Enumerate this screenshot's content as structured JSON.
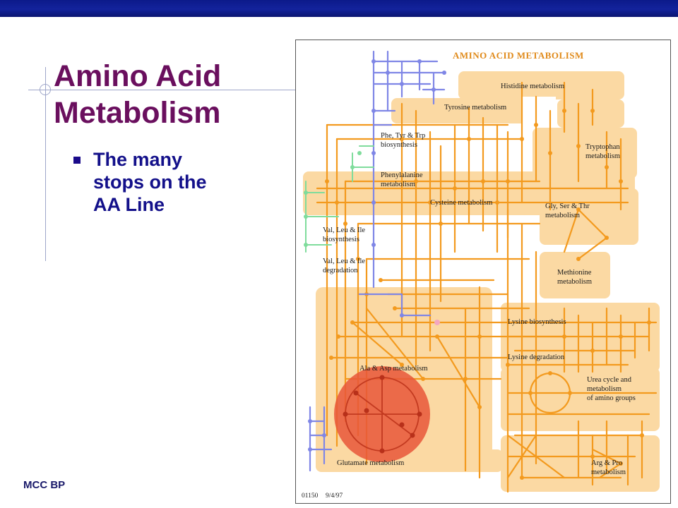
{
  "slide": {
    "title_line1": "Amino Acid",
    "title_line2": "Metabolism",
    "bullets": [
      {
        "line1": "The many",
        "line2": "stops on the",
        "line3": "AA Line"
      }
    ],
    "footer": "MCC BP"
  },
  "diagram": {
    "title": "AMINO ACID METABOLISM",
    "code": "01150",
    "date": "9/4/97",
    "pathways": [
      {
        "line1": "Histidine metabolism"
      },
      {
        "line1": "Tyrosine metabolism"
      },
      {
        "line1": "Phe, Tyr & Trp",
        "line2": "biosynthesis"
      },
      {
        "line1": "Tryptophan",
        "line2": "metabolism"
      },
      {
        "line1": "Phenylalanine",
        "line2": "metabolism"
      },
      {
        "line1": "Cysteine metabolism"
      },
      {
        "line1": "Gly, Ser & Thr",
        "line2": "metabolism"
      },
      {
        "line1": "Val, Leu & Ile",
        "line2": "biosynthesis"
      },
      {
        "line1": "Val, Leu & Ile",
        "line2": "degradation"
      },
      {
        "line1": "Methionine",
        "line2": "metabolism"
      },
      {
        "line1": "Lysine biosynthesis"
      },
      {
        "line1": "Lysine degradation"
      },
      {
        "line1": "Ala & Asp metabolism"
      },
      {
        "line1": "Urea cycle and",
        "line2": "metabolism",
        "line3": "of amino groups"
      },
      {
        "line1": "Arg & Pro",
        "line2": "metabolism"
      },
      {
        "line1": "Glutamate metabolism"
      }
    ],
    "colors": {
      "region": "#fbd9a3",
      "orange_line": "#f39a1e",
      "blue_line": "#7f86e6",
      "green_line": "#7fdc9c",
      "highlight": "#e8563a"
    }
  }
}
